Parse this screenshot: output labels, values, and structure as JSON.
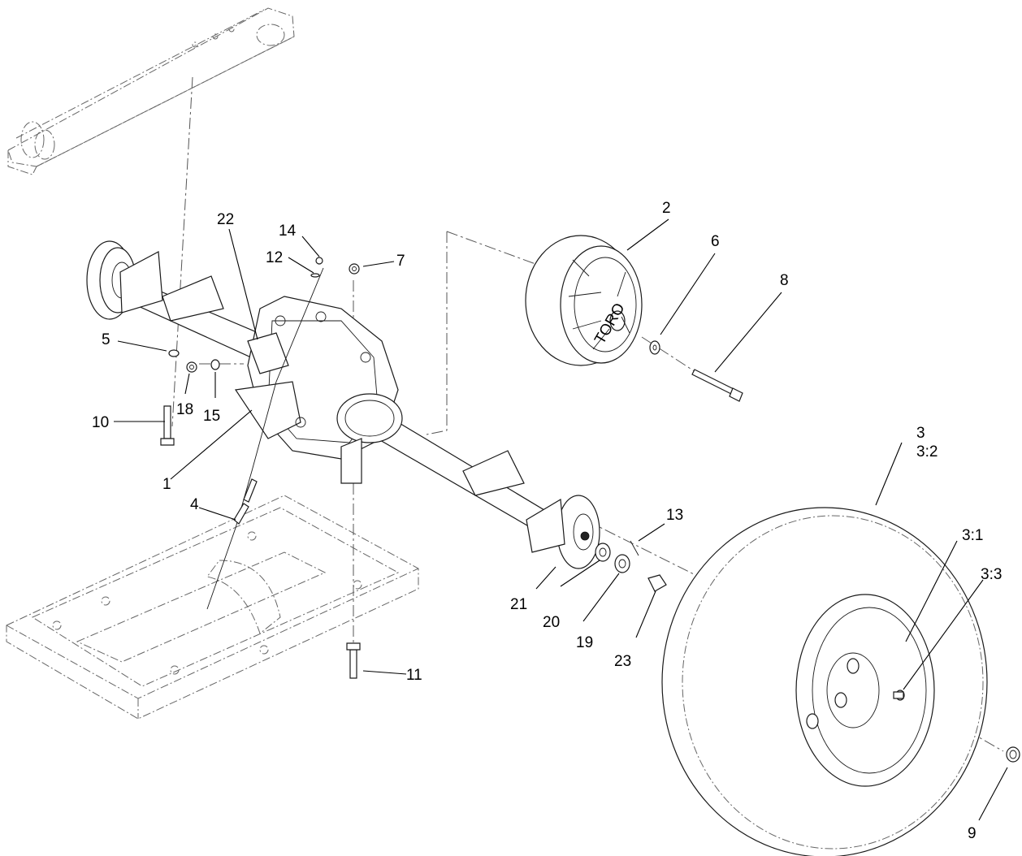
{
  "callouts": {
    "c1": "1",
    "c2": "2",
    "c3": "3",
    "c3_2": "3:2",
    "c3_1": "3:1",
    "c3_3": "3:3",
    "c4": "4",
    "c5": "5",
    "c6": "6",
    "c7": "7",
    "c8": "8",
    "c9": "9",
    "c10": "10",
    "c11": "11",
    "c12": "12",
    "c13": "13",
    "c14": "14",
    "c15": "15",
    "c18": "18",
    "c19": "19",
    "c20": "20",
    "c21": "21",
    "c22": "22",
    "c23": "23"
  },
  "pulley_text": "TORO"
}
